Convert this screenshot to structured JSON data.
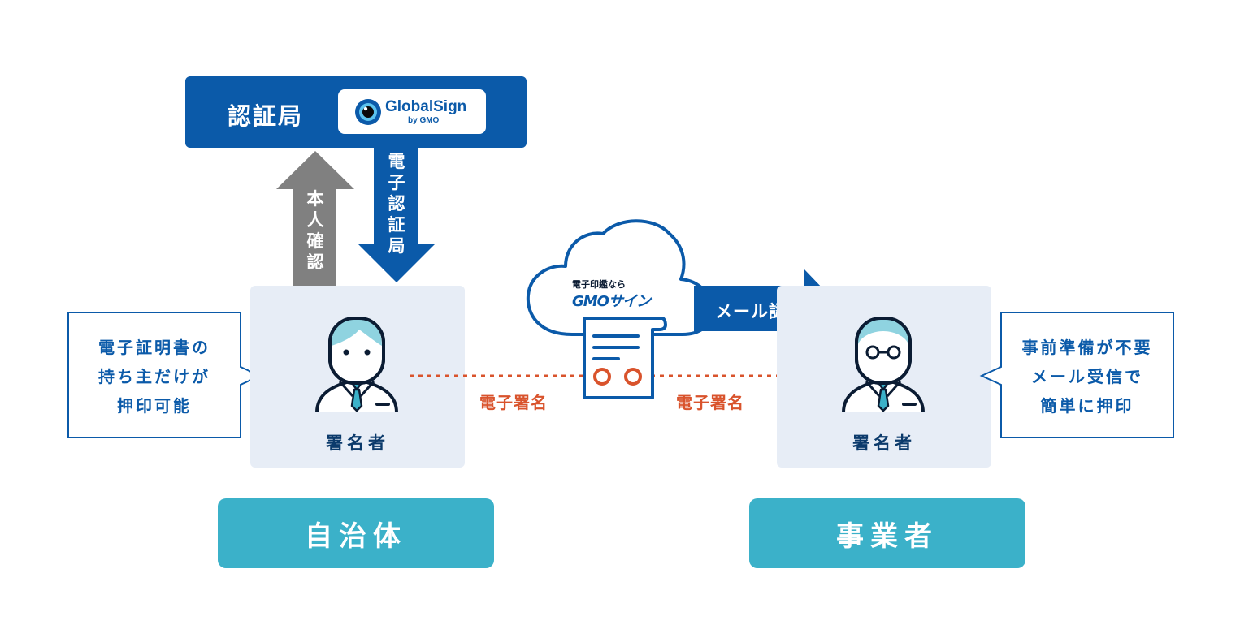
{
  "colors": {
    "primary_blue": "#0b5aa9",
    "teal": "#3bb1c9",
    "gray_arrow": "#808080",
    "signature_orange": "#d9532c",
    "panel_bg": "#e7edf6"
  },
  "certificate_authority": {
    "label": "認証局",
    "logo_name": "GlobalSign",
    "logo_sub": "by GMO"
  },
  "arrows": {
    "identity_check": "本人確認",
    "electronic_ca": "電子認証局",
    "mail_auth": "メール認証"
  },
  "cloud": {
    "tagline": "電子印鑑なら",
    "brand": "GMOサイン"
  },
  "signature_labels": {
    "left": "電子署名",
    "right": "電子署名"
  },
  "left_party": {
    "callout": [
      "電子証明書の",
      "持ち主だけが",
      "押印可能"
    ],
    "signer_label": "署名者",
    "entity": "自治体"
  },
  "right_party": {
    "callout": [
      "事前準備が不要",
      "メール受信で",
      "簡単に押印"
    ],
    "signer_label": "署名者",
    "entity": "事業者"
  },
  "icons": [
    "globalsign-eye-icon",
    "arrow-up-icon",
    "arrow-down-icon",
    "arrow-right-icon",
    "cloud-icon",
    "document-icon",
    "person-icon",
    "person-glasses-icon"
  ]
}
